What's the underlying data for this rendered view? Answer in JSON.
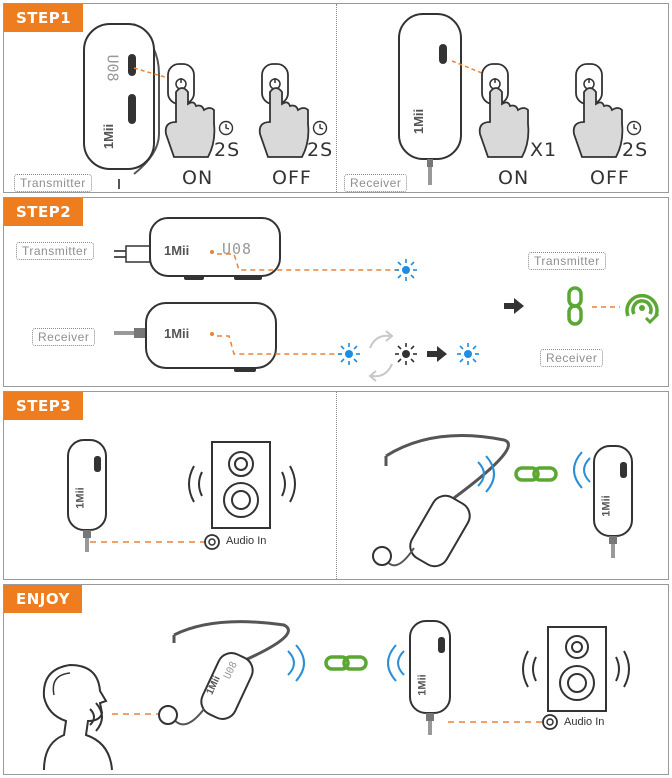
{
  "steps": {
    "step1": {
      "tag": "STEP1",
      "transmitter_label": "Transmitter",
      "receiver_label": "Receiver",
      "device_text": "U08",
      "brand": "1Mii",
      "tx_on": {
        "hold": "2S",
        "state": "ON"
      },
      "tx_off": {
        "hold": "2S",
        "state": "OFF"
      },
      "rx_on": {
        "hold": "X1",
        "state": "ON"
      },
      "rx_off": {
        "hold": "2S",
        "state": "OFF"
      }
    },
    "step2": {
      "tag": "STEP2",
      "transmitter_label": "Transmitter",
      "receiver_label": "Receiver",
      "brand": "1Mii",
      "display_text": "U08",
      "paired_transmitter_label": "Transmitter",
      "paired_receiver_label": "Receiver"
    },
    "step3": {
      "tag": "STEP3",
      "brand": "1Mii",
      "audio_in_label": "Audio In"
    },
    "enjoy": {
      "tag": "ENJOY",
      "brand": "1Mii",
      "display_text": "U08",
      "audio_in_label": "Audio In"
    }
  },
  "colors": {
    "accent": "#ee7d1f",
    "led_blue": "#1f8ee0",
    "link_green": "#5aa833",
    "wave_blue": "#2a8fd6",
    "dash_orange": "#e8833a"
  }
}
